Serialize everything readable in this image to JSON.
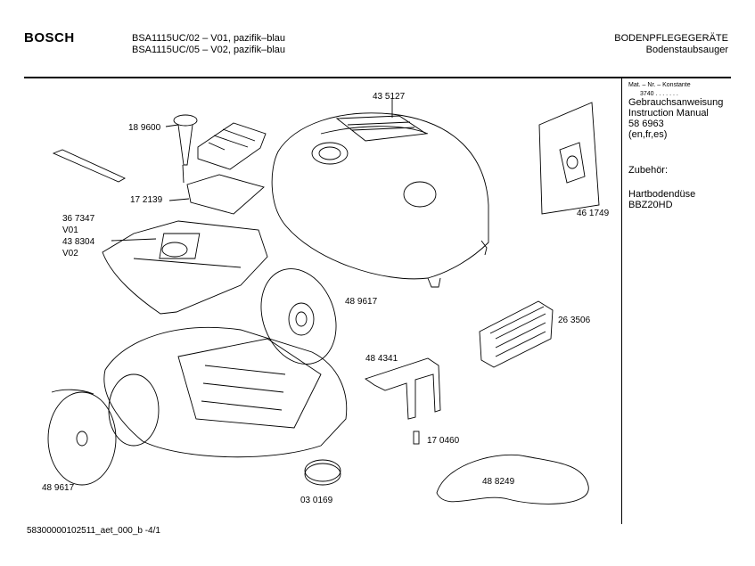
{
  "header": {
    "brand": "BOSCH",
    "model_line_1": "BSA1115UC/02 – V01, pazifik–blau",
    "model_line_2": "BSA1115UC/05 – V02, pazifik–blau",
    "category": "BODENPFLEGEGERÄTE",
    "subcategory": "Bodenstaubsauger"
  },
  "sidebar": {
    "constants_label": "Mat. – Nr. – Konstante",
    "constants_value": "3740 . . . . . . .",
    "manual_title_de": "Gebrauchsanweisung",
    "manual_title_en": "Instruction Manual",
    "manual_number": "58 6963",
    "manual_languages": "(en,fr,es)",
    "accessories_heading": "Zubehör:",
    "accessory_name": "Hartbodendüse",
    "accessory_code": "BBZ20HD"
  },
  "parts": {
    "p189600": "18 9600",
    "p172139": "17 2139",
    "p367347": "36 7347",
    "v01": "V01",
    "p438304": "43 8304",
    "v02": "V02",
    "p435127": "43 5127",
    "p461749": "46 1749",
    "p489617_top": "48 9617",
    "p263506": "26 3506",
    "p484341": "48 4341",
    "p170460": "17 0460",
    "p488249": "48 8249",
    "p030169": "03 0169",
    "p489617_bottom": "48 9617"
  },
  "footer": {
    "doc_code": "58300000102511_aet_000_b -4/1"
  }
}
